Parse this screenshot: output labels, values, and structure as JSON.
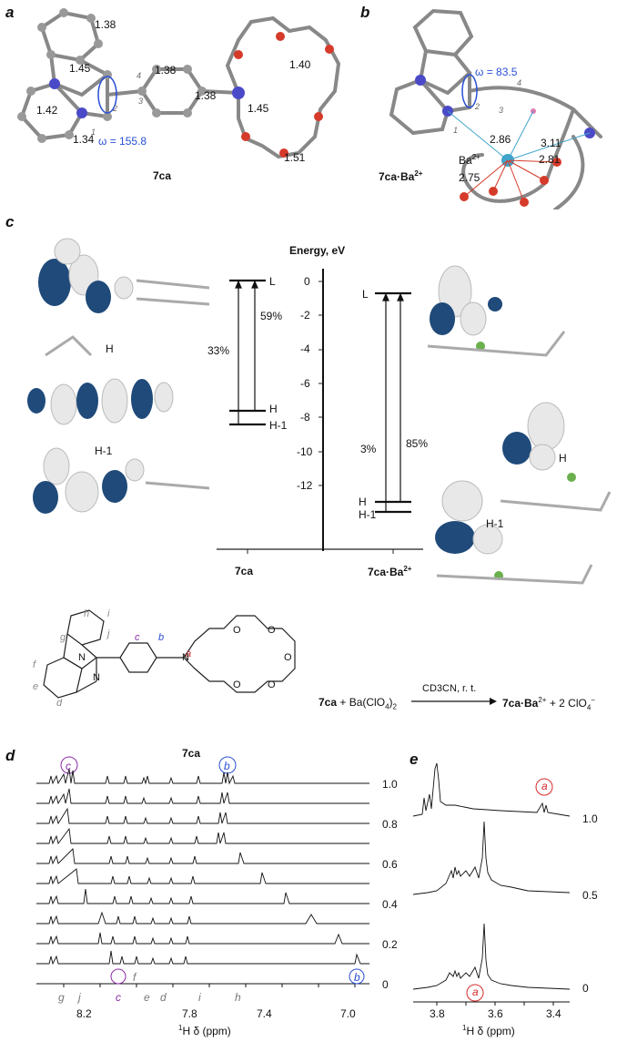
{
  "panels": {
    "a": "a",
    "b": "b",
    "c": "c",
    "d": "d",
    "e": "e"
  },
  "panel_a": {
    "compound": "7ca",
    "bond_labels": [
      "1.38",
      "1.45",
      "1.38",
      "1.42",
      "1.34",
      "1.38",
      "1.45",
      "1.40",
      "1.51"
    ],
    "atom_numbers": [
      "1",
      "2",
      "3",
      "4"
    ],
    "omega": "ω = 155.8"
  },
  "panel_b": {
    "compound": "7ca·Ba",
    "compound_sup": "2+",
    "omega": "ω = 83.5",
    "ba_label": "Ba",
    "ba_sup": "2+",
    "distances": [
      "2.86",
      "3.11",
      "2.81",
      "2.75"
    ],
    "atom_numbers": [
      "1",
      "2",
      "3",
      "4"
    ]
  },
  "panel_c": {
    "axis_title": "Energy, eV",
    "yticks": [
      "0",
      "-2",
      "-4",
      "-6",
      "-8",
      "-10",
      "-12"
    ],
    "left": {
      "name": "7ca",
      "L": "L",
      "H": "H",
      "H1": "H-1",
      "pct1": "33%",
      "pct2": "59%",
      "orb_H": "H",
      "orb_H1": "H-1"
    },
    "right": {
      "name": "7ca·Ba",
      "sup": "2+",
      "L": "L",
      "H": "H",
      "H1": "H-1",
      "pct1": "3%",
      "pct2": "85%",
      "orb_H": "H",
      "orb_H1": "H-1"
    }
  },
  "scheme": {
    "labels": [
      "h",
      "i",
      "j",
      "g",
      "f",
      "e",
      "d",
      "c",
      "b",
      "a"
    ],
    "N1": "N",
    "N2": "N",
    "N3": "N",
    "O": "O",
    "reactant": "7ca",
    "plus_ba": "+ Ba(ClO",
    "sub4": "4",
    "close": ")",
    "sub2": "2",
    "conditions": "CD3CN, r. t.",
    "product": "7ca·Ba",
    "product_sup": "2+",
    "product_rest": " + 2 ClO",
    "perchlorate_sub": "4",
    "perchlorate_sup": "−"
  },
  "panel_d": {
    "title": "7ca",
    "ratios": [
      "1.0",
      "0.8",
      "0.6",
      "0.4",
      "0.2",
      "0"
    ],
    "xticks": [
      "8.2",
      "7.8",
      "7.4",
      "7.0"
    ],
    "xlabel": "H δ (ppm)",
    "xlabel_sup": "1",
    "peak_labels": [
      "g",
      "j",
      "c",
      "f",
      "e",
      "d",
      "i",
      "h",
      "b"
    ],
    "top_labels": [
      "c",
      "b"
    ]
  },
  "panel_e": {
    "ratios": [
      "1.0",
      "0.5",
      "0"
    ],
    "xticks": [
      "3.8",
      "3.6",
      "3.4"
    ],
    "xlabel": "H δ (ppm)",
    "xlabel_sup": "1",
    "label_a": "a"
  },
  "colors": {
    "carbon": "#8c8c8c",
    "nitrogen": "#4a4ac8",
    "oxygen": "#d63a2a",
    "orbital_dark": "#1f4a7a",
    "orbital_light": "#e8e8e8",
    "highlight_blue": "#2a4fd6",
    "highlight_purple": "#8a2aa6",
    "highlight_red": "#d62a2a"
  }
}
